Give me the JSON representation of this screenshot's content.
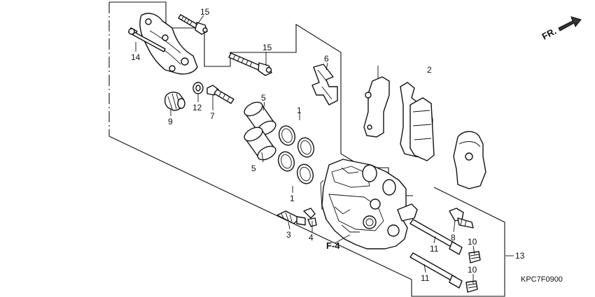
{
  "diagram": {
    "drawing_code": "KPC7F0900",
    "direction_marker": "FR.",
    "reference": "F-4",
    "callouts": [
      {
        "id": "c15a",
        "label": "15"
      },
      {
        "id": "c15b",
        "label": "15"
      },
      {
        "id": "c14",
        "label": "14"
      },
      {
        "id": "c12",
        "label": "12"
      },
      {
        "id": "c7",
        "label": "7"
      },
      {
        "id": "c9",
        "label": "9"
      },
      {
        "id": "c6",
        "label": "6"
      },
      {
        "id": "c2",
        "label": "2"
      },
      {
        "id": "c5a",
        "label": "5"
      },
      {
        "id": "c5b",
        "label": "5"
      },
      {
        "id": "c1a",
        "label": "1"
      },
      {
        "id": "c1b",
        "label": "1"
      },
      {
        "id": "c3",
        "label": "3"
      },
      {
        "id": "c4",
        "label": "4"
      },
      {
        "id": "c8",
        "label": "8"
      },
      {
        "id": "c10a",
        "label": "10"
      },
      {
        "id": "c10b",
        "label": "10"
      },
      {
        "id": "c11a",
        "label": "11"
      },
      {
        "id": "c11b",
        "label": "11"
      },
      {
        "id": "c13",
        "label": "13"
      }
    ]
  }
}
